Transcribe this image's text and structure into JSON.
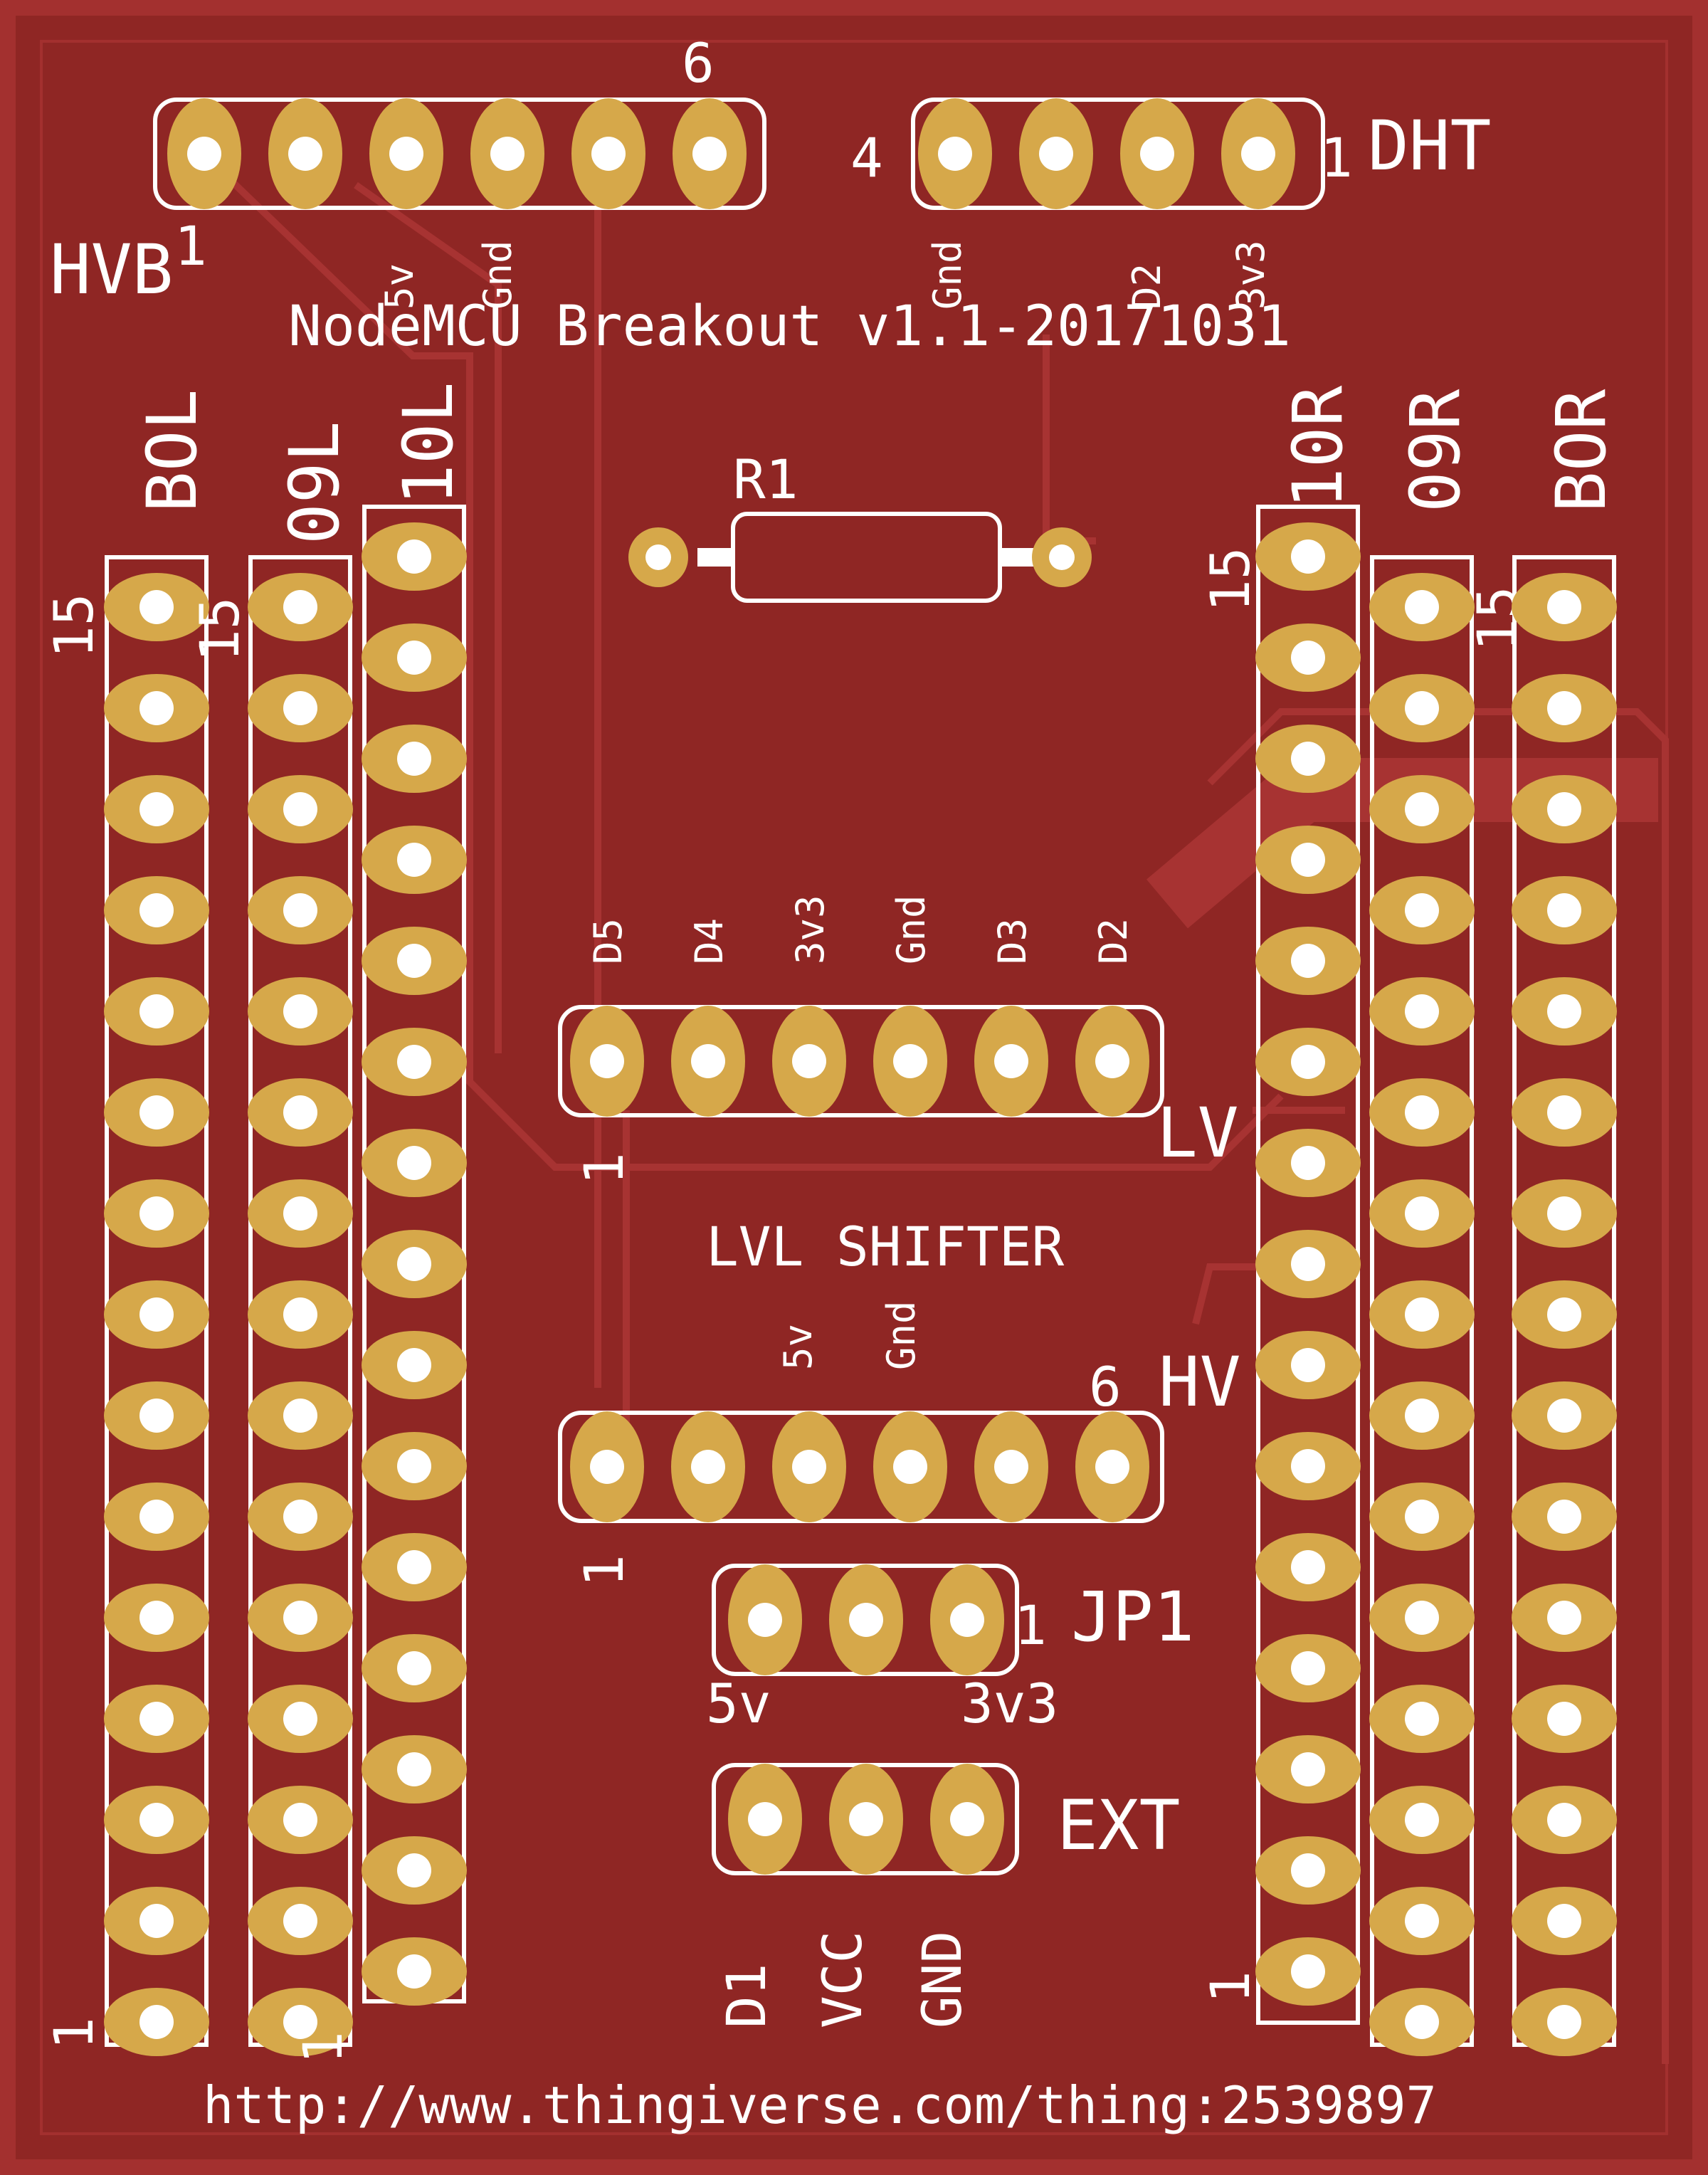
{
  "board": {
    "title": "NodeMCU Breakout v1.1-20171031",
    "url": "http://www.thingiverse.com/thing:2539897",
    "colors": {
      "copper": "#8f2624",
      "pad": "#d6a84a",
      "silk": "#ffffff",
      "edge": "#a3302f"
    }
  },
  "headers": {
    "hvb": {
      "name": "HVB",
      "pin_first": "1",
      "pin_last": "6",
      "labels": [
        "5v",
        "Gnd"
      ]
    },
    "dht": {
      "name": "DHT",
      "pin_first": "1",
      "pin_last": "4",
      "labels": [
        "Gnd",
        "D2",
        "3v3"
      ]
    },
    "lv": {
      "name": "LV",
      "pin_first": "1",
      "labels": [
        "D5",
        "D4",
        "3v3",
        "Gnd",
        "D3",
        "D2"
      ]
    },
    "hv": {
      "name": "HV",
      "pin_first": "1",
      "pin_last": "6",
      "labels": [
        "5v",
        "Gnd"
      ]
    },
    "jp1": {
      "name": "JP1",
      "pin_first": "1",
      "labels": [
        "5v",
        "3v3"
      ]
    },
    "ext": {
      "name": "EXT",
      "labels": [
        "D1",
        "VCC",
        "GND"
      ]
    }
  },
  "sections": {
    "level_shifter": "LVL SHIFTER"
  },
  "resistor": {
    "name": "R1"
  },
  "columns": {
    "left": [
      {
        "name": "BOL",
        "pin_first": "1",
        "pin_last": "15"
      },
      {
        "name": "09L",
        "pin_first": "1",
        "pin_last": "15"
      },
      {
        "name": "10L"
      }
    ],
    "right": [
      {
        "name": "10R",
        "pin_first": "1",
        "pin_last": "15"
      },
      {
        "name": "09R",
        "pin_last": "15"
      },
      {
        "name": "BOR"
      }
    ]
  }
}
